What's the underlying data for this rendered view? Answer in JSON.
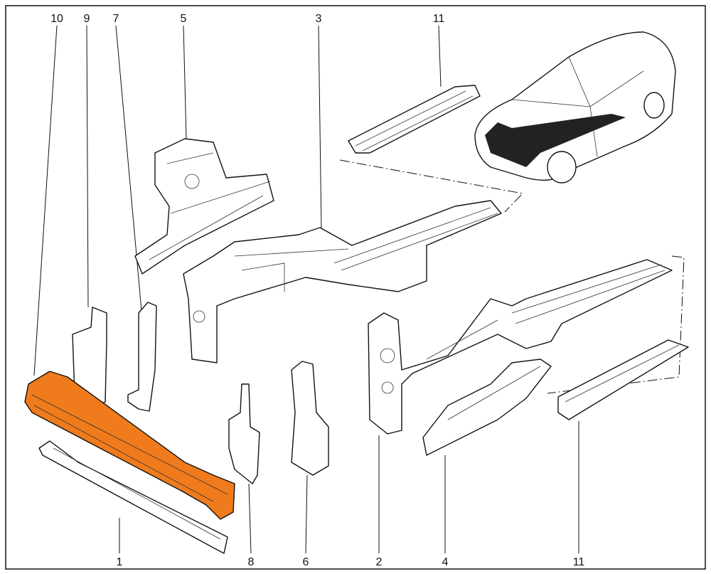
{
  "diagram": {
    "accent_color": "#f07b1c",
    "callouts_top": [
      "10",
      "9",
      "7",
      "5",
      "3",
      "11"
    ],
    "callouts_bottom": [
      "1",
      "8",
      "6",
      "2",
      "4",
      "11"
    ]
  }
}
